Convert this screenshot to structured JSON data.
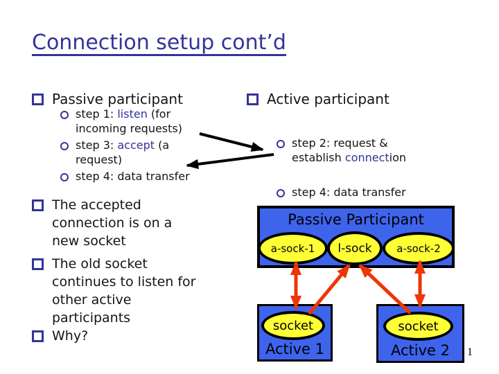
{
  "slide": {
    "title": "Connection setup cont’d",
    "page_number": "1"
  },
  "left_column": {
    "heading": "Passive participant",
    "step1": {
      "pre": "step 1: ",
      "keyword": "listen",
      "post": " (for incoming requests)"
    },
    "step3": {
      "pre": "step 3: ",
      "keyword": "accept",
      "post": " (a request)"
    },
    "step4": "step 4: data transfer",
    "bullet_accepted": "The accepted connection is on a new socket",
    "bullet_old_socket": "The old socket continues to listen for other active participants",
    "bullet_why": "Why?"
  },
  "right_column": {
    "heading": "Active participant",
    "step2": {
      "pre": "step 2: request & establish ",
      "keyword": "connect",
      "post": "ion"
    },
    "step4": "step 4: data transfer"
  },
  "diagram": {
    "passive_box_label": "Passive Participant",
    "passive_sockets": [
      "a-sock-1",
      "l-sock",
      "a-sock-2"
    ],
    "active_boxes": [
      {
        "label": "Active 1",
        "socket_label": "socket"
      },
      {
        "label": "Active 2",
        "socket_label": "socket"
      }
    ]
  },
  "icons": {
    "level1_bullet": "hollow-square",
    "level2_bullet": "hollow-circle"
  },
  "colors": {
    "accent_blue": "#333399",
    "box_blue": "#3E64EC",
    "socket_yellow": "#FFFF35",
    "arrow_red": "#EE3505",
    "arrow_black": "#000000",
    "text_black": "#141414"
  }
}
